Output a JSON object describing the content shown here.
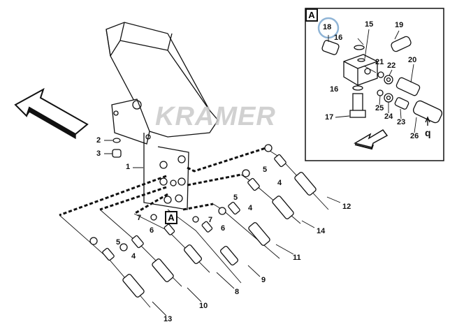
{
  "watermark": "KRAMER",
  "detail_label": "A",
  "callout_label": "A",
  "colors": {
    "highlight_ring": "#8fb4d6",
    "ink": "#111111"
  },
  "inset_labels": {
    "l18": "18",
    "l15": "15",
    "l16a": "16",
    "l19": "19",
    "l21": "21",
    "l22": "22",
    "l20": "20",
    "l16b": "16",
    "l17": "17",
    "l25": "25",
    "l24": "24",
    "l23": "23",
    "l26": "26",
    "lq": "q"
  },
  "main_labels": {
    "l2": "2",
    "l3": "3",
    "l1": "1",
    "l5a": "5",
    "l4a": "4",
    "l12": "12",
    "l5b": "5",
    "l4b": "4",
    "l14": "14",
    "l7a": "7",
    "l7b": "7",
    "l6a": "6",
    "l6b": "6",
    "l5c": "5",
    "l4c": "4",
    "l11": "11",
    "l9": "9",
    "l8": "8",
    "l10": "10",
    "l13": "13"
  }
}
